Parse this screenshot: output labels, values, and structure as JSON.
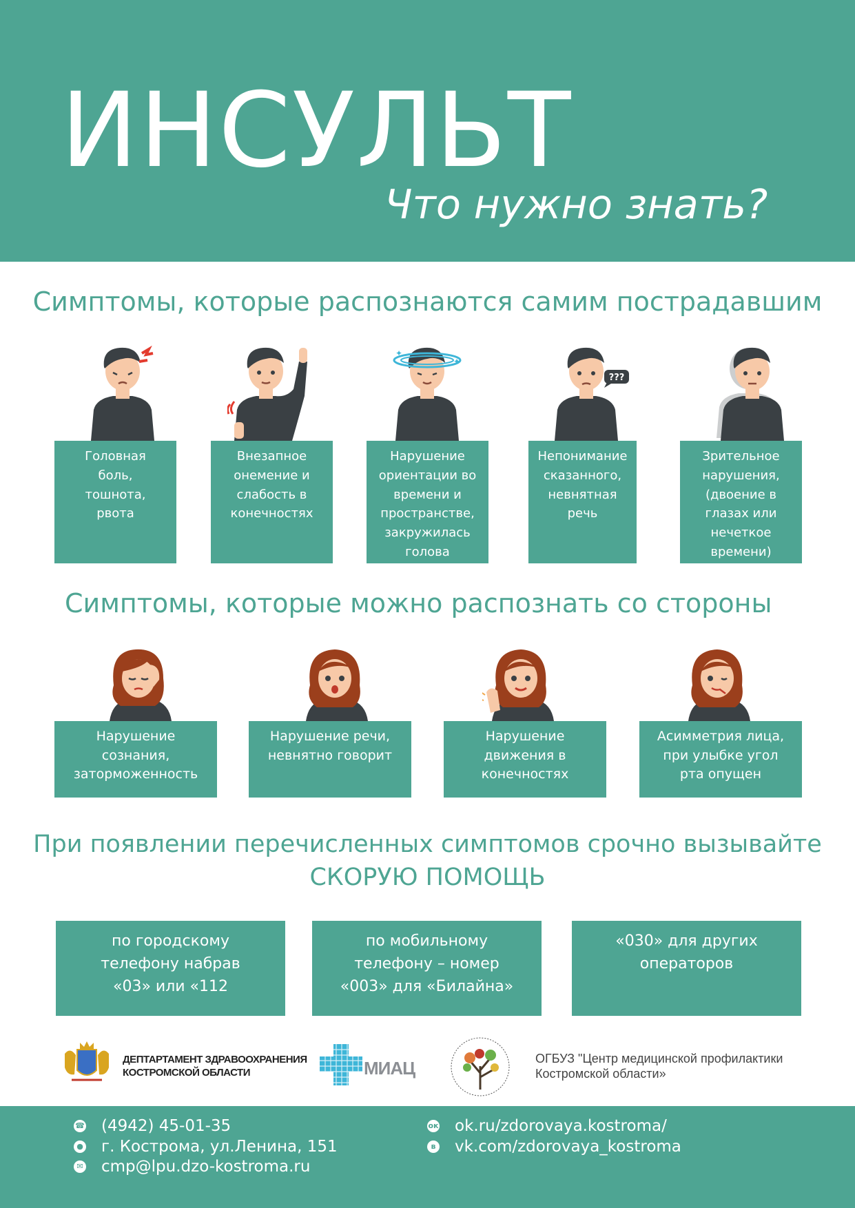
{
  "header": {
    "title": "ИНСУЛЬТ",
    "subtitle": "Что нужно знать?"
  },
  "section1": {
    "title": "Симптомы, которые распознаются самим пострадавшим",
    "cards": [
      {
        "text": "Головная\nболь,\nтошнота,\nрвота"
      },
      {
        "text": "Внезапное\nонемение и\nслабость в\nконечностях"
      },
      {
        "text": "Нарушение\nориентации во\nвремени и\nпространстве,\nзакружилась\nголова"
      },
      {
        "text": "Непонимание\nсказанного,\nневнятная\nречь"
      },
      {
        "text": "Зрительное\nнарушения,\n(двоение в\nглазах или\nнечеткое\nвремени)"
      }
    ],
    "bubble": "???"
  },
  "section2": {
    "title": "Симптомы, которые можно распознать со стороны",
    "cards": [
      {
        "text": "Нарушение\nсознания,\nзаторможенность"
      },
      {
        "text": "Нарушение речи,\nневнятно говорит"
      },
      {
        "text": "Нарушение\nдвижения в\nконечностях"
      },
      {
        "text": "Асимметрия лица,\nпри улыбке угол\nрта опущен"
      }
    ]
  },
  "call": {
    "line1": "При появлении перечисленных симптомов срочно вызывайте",
    "line2": "СКОРУЮ ПОМОЩЬ",
    "options": [
      {
        "text": "по городскому\nтелефону набрав\n«03» или «112"
      },
      {
        "text": "по мобильному\nтелефону – номер\n«003» для «Билайна»"
      },
      {
        "text": "«030» для других\nоператоров"
      }
    ]
  },
  "logos": {
    "dept_line1": "ДЕПТАРТАМЕНТ ЗДРАВООХРАНЕНИЯ",
    "dept_line2": "КОСТРОМСКОЙ ОБЛАСТИ",
    "miac": "МИАЦ",
    "center_line1": "ОГБУЗ \"Центр медицинской профилактики",
    "center_line2": "Костромской области»"
  },
  "contacts": {
    "phone": "(4942) 45-01-35",
    "address": "г. Кострома, ул.Ленина, 151",
    "email": "cmp@lpu.dzo-kostroma.ru",
    "ok": "ok.ru/zdorovaya.kostroma/",
    "vk": "vk.com/zdorovaya_kostroma"
  },
  "colors": {
    "accent": "#4ea593",
    "man_shirt": "#3a4044",
    "skin": "#f7c9a8",
    "woman_hair": "#9b3f1c"
  },
  "icons": [
    "phone-icon",
    "location-icon",
    "mail-icon",
    "ok-icon",
    "vk-icon"
  ]
}
